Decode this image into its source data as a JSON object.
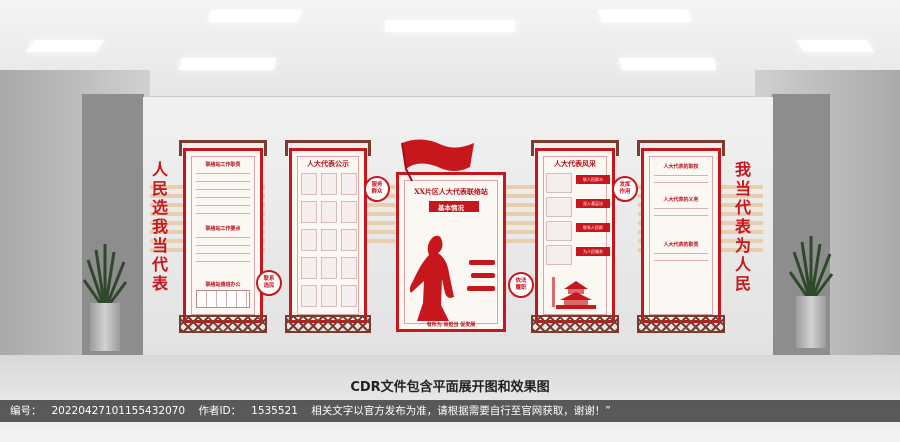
{
  "slogans": {
    "left": "人民选我当代表",
    "right": "我当代表为人民"
  },
  "badges": {
    "fuwu": "服务\n群众",
    "lianxi": "联系\n选民",
    "yifa": "依法\n履职",
    "fahui": "发挥\n作用"
  },
  "panels": {
    "duty": {
      "title": "联络站工作职责",
      "section2": "联络站工作要点",
      "section3": "联络站值班办公"
    },
    "notice": {
      "title": "人大代表公示"
    },
    "center": {
      "title": "XX片区人大代表联络站",
      "subtitle": "基本情况",
      "motto": "有所为 肯担当 促发展"
    },
    "style": {
      "title": "人大代表风采",
      "items": [
        "联人民群众",
        "深入基层访",
        "联系人民群",
        "为人民服务"
      ]
    },
    "rights": {
      "items": [
        "人大代表的职权",
        "人大代表的义务",
        "人大代表的职责"
      ]
    }
  },
  "captions": {
    "main": "CDR文件包含平面展开图和效果图",
    "id_label": "编号：",
    "id_value": "20220427101155432070",
    "author_label": "作者ID：",
    "author_value": "1535521",
    "note": "相关文字以官方发布为准，请根据需要自行至官网获取，谢谢！”"
  },
  "colors": {
    "accent": "#c8161d",
    "frame": "#7a3c2f"
  }
}
